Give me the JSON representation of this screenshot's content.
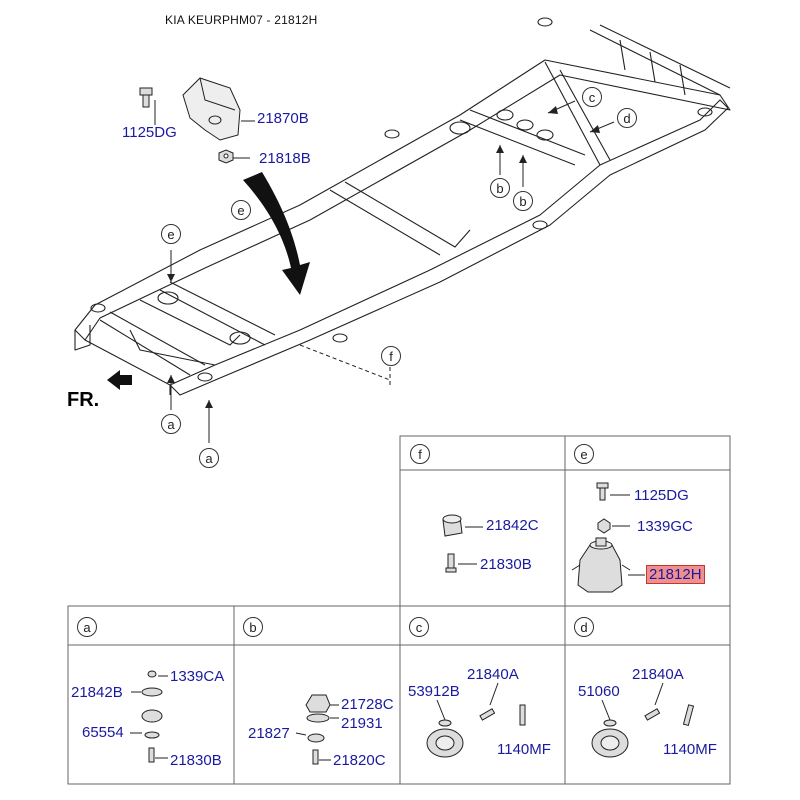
{
  "header": {
    "title": "KIA KEURPHM07 - 21812H"
  },
  "direction_label": "FR.",
  "callouts": {
    "a": "a",
    "b": "b",
    "c": "c",
    "d": "d",
    "e": "e",
    "f": "f"
  },
  "main_parts": {
    "p1125DG": "1125DG",
    "p21870B": "21870B",
    "p21818B": "21818B"
  },
  "panel_f": {
    "p21842C": "21842C",
    "p21830B": "21830B"
  },
  "panel_e": {
    "p1125DG": "1125DG",
    "p1339GC": "1339GC",
    "p21812H": "21812H"
  },
  "panel_a": {
    "p1339CA": "1339CA",
    "p21842B": "21842B",
    "p65554": "65554",
    "p21830B": "21830B"
  },
  "panel_b": {
    "p21728C": "21728C",
    "p21931": "21931",
    "p21827": "21827",
    "p21820C": "21820C"
  },
  "panel_c": {
    "p53912B": "53912B",
    "p21840A": "21840A",
    "p1140MF": "1140MF"
  },
  "panel_d": {
    "p51060": "51060",
    "p21840A": "21840A",
    "p1140MF": "1140MF"
  },
  "highlight_color": "#f08f8f",
  "part_number_color": "#1a1aa0"
}
